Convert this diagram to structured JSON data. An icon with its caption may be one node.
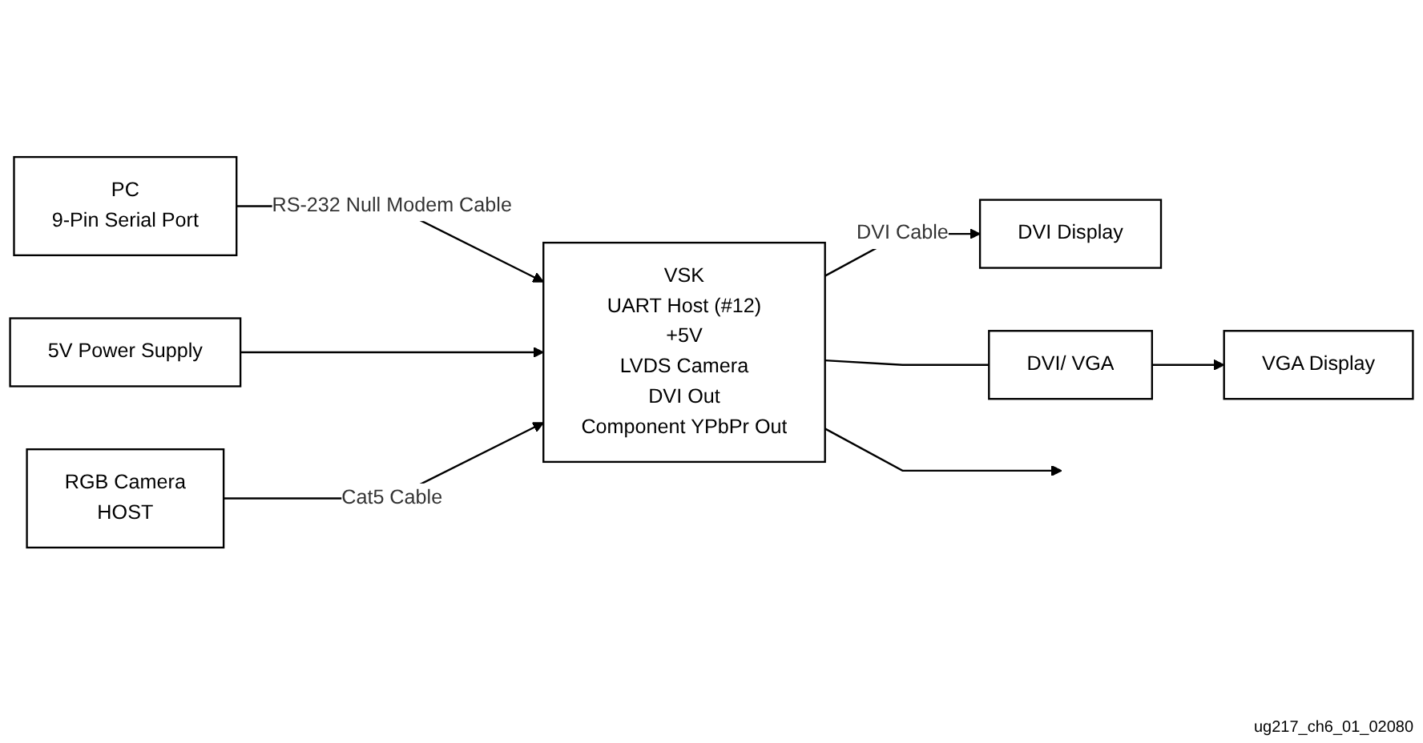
{
  "diagram": {
    "nodes": [
      {
        "text": [
          "PC",
          "9-Pin Serial Port"
        ]
      },
      {
        "text": [
          "5V Power Supply"
        ]
      },
      {
        "text": [
          "VSK",
          "UART Host (#12)",
          "+5V",
          "LVDS Camera",
          "DVI Out",
          "Component YPbPr Out"
        ]
      },
      {
        "text": [
          "RGB Camera",
          "HOST"
        ]
      },
      {
        "text": [
          "DVI  Display"
        ]
      },
      {
        "text": [
          "DVI/ VGA"
        ]
      },
      {
        "text": [
          "VGA  Display"
        ]
      }
    ],
    "edges": [
      {
        "from": 0,
        "to": 2,
        "arrow": "to",
        "label": "RS-232 Null Modem Cable"
      },
      {
        "from": 1,
        "to": 2,
        "arrow": "to"
      },
      {
        "from": 3,
        "to": 2,
        "arrow": "to",
        "label": "Cat5 Cable"
      },
      {
        "from": 2,
        "to": 4,
        "arrow": "to",
        "label": "DVI Cable"
      },
      {
        "from": 2,
        "to": 5,
        "arrow": "none"
      },
      {
        "from": 5,
        "to": 6,
        "arrow": "to"
      },
      {
        "from": 2,
        "to": null,
        "arrow": "to"
      }
    ],
    "labels": [
      "ug217_ch6_01_02080"
    ]
  }
}
